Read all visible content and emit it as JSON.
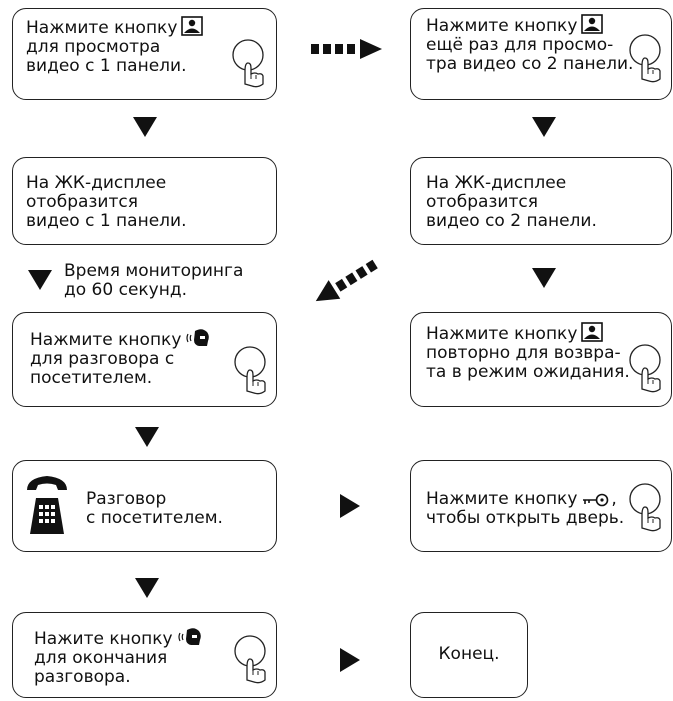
{
  "steps": {
    "s1": {
      "lines": [
        "Нажмите кнопку",
        "для просмотра",
        "видео с 1 панели."
      ]
    },
    "s2": {
      "lines": [
        "Нажмите кнопку",
        "ещё раз для просмо-",
        "тра видео со 2 панели."
      ]
    },
    "s3": {
      "lines": [
        "На ЖК-дисплее",
        "отобразится",
        "видео с 1 панели."
      ]
    },
    "s4": {
      "lines": [
        "На ЖК-дисплее",
        "отобразится",
        "видео со 2 панели."
      ]
    },
    "s5": {
      "lines": [
        "Нажмите кнопку",
        "для разговора с",
        "посетителем."
      ]
    },
    "s6": {
      "lines": [
        "Нажмите кнопку",
        "повторно для возвра-",
        "та в режим ожидания."
      ]
    },
    "s7": {
      "lines": [
        "Разговор",
        "с посетителем."
      ]
    },
    "s8": {
      "lines": [
        "Нажмите кнопку",
        "чтобы открыть дверь."
      ],
      "after_icon": ","
    },
    "s9": {
      "lines": [
        "Нажите кнопку",
        "для окончания",
        "разговора."
      ]
    },
    "s10": {
      "lines": [
        "Конец."
      ]
    }
  },
  "note": {
    "lines": [
      "Время мониторинга",
      "до 60 секунд."
    ]
  },
  "icons": {
    "monitor": "monitor-picture-icon",
    "talk": "talk-head-icon",
    "key": "unlock-key-icon",
    "hand": "press-button-hand-icon",
    "phone": "telephone-icon"
  }
}
